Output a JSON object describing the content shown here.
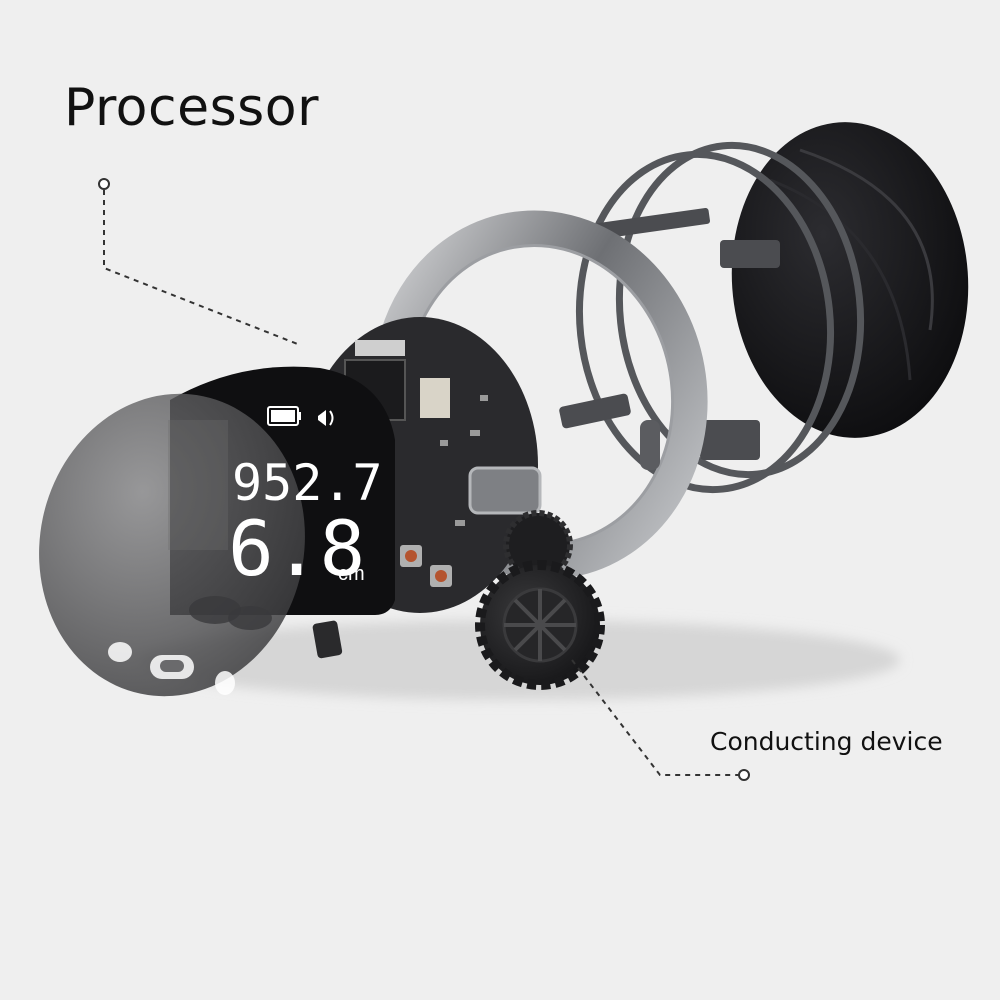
{
  "labels": {
    "title": "Processor",
    "callout": "Conducting device"
  },
  "display": {
    "reading_top": "952.7",
    "reading_main": "6.8",
    "unit": "cm"
  },
  "colors": {
    "background": "#efefef",
    "dark_part": "#1b1b1d",
    "metal": "#8a8c90",
    "pcb": "#2a2a2d",
    "leader_line": "#333333"
  }
}
